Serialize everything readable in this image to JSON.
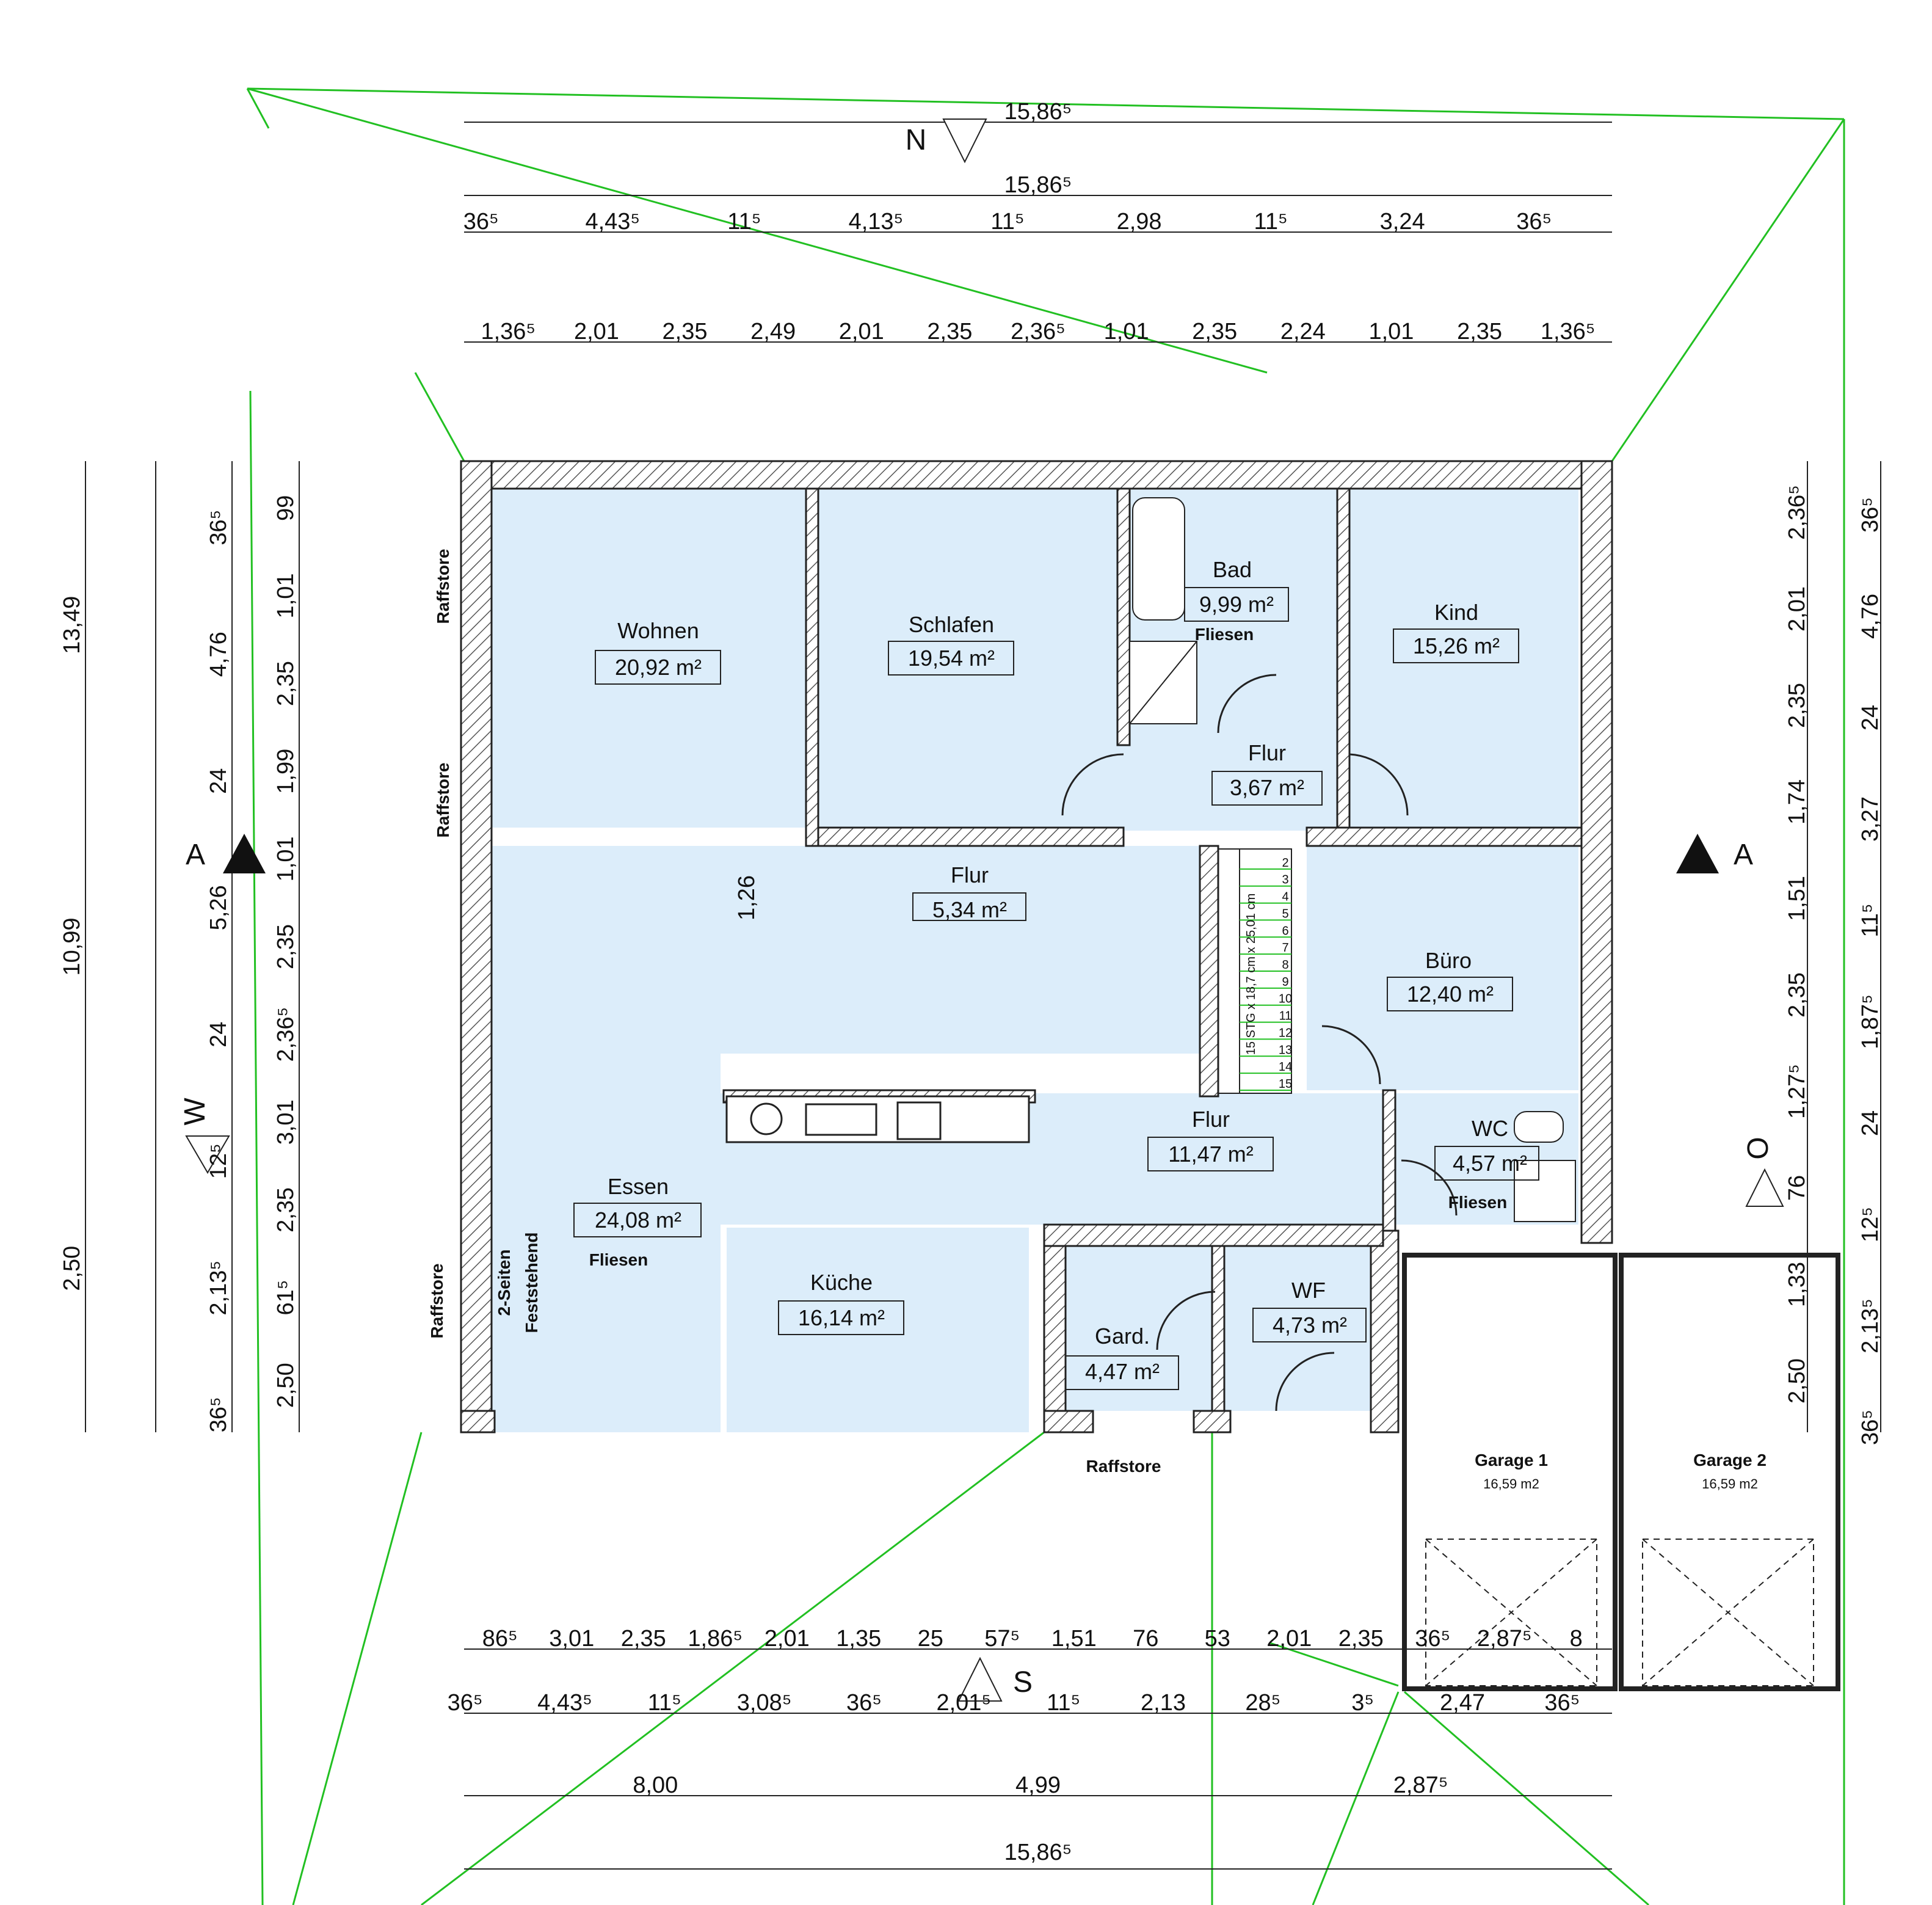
{
  "colors": {
    "room_fill": "#dcedfa",
    "wall_hatch": "#555555",
    "guide_lines": "#22c022",
    "dim_lines": "#222222"
  },
  "compass": {
    "north": "N",
    "south": "S",
    "west": "W",
    "east": "O",
    "section_left": "A",
    "section_right": "A"
  },
  "rooms": [
    {
      "name": "Wohnen",
      "area": "20,92 m²"
    },
    {
      "name": "Schlafen",
      "area": "19,54 m²"
    },
    {
      "name": "Bad",
      "area": "9,99 m²",
      "note": "Fliesen"
    },
    {
      "name": "Kind",
      "area": "15,26 m²"
    },
    {
      "name": "Flur",
      "area": "3,67 m²"
    },
    {
      "name": "Flur",
      "area": "5,34 m²"
    },
    {
      "name": "Büro",
      "area": "12,40 m²"
    },
    {
      "name": "Flur",
      "area": "11,47 m²"
    },
    {
      "name": "WC",
      "area": "4,57 m²",
      "note": "Fliesen"
    },
    {
      "name": "Essen",
      "area": "24,08 m²",
      "note": "Fliesen"
    },
    {
      "name": "Küche",
      "area": "16,14 m²"
    },
    {
      "name": "Gard.",
      "area": "4,47 m²"
    },
    {
      "name": "WF",
      "area": "4,73 m²"
    },
    {
      "name": "Garage  1",
      "area": "16,59 m2"
    },
    {
      "name": "Garage  2",
      "area": "16,59 m2"
    }
  ],
  "labels": {
    "raffstore": "Raffstore",
    "fireplace_line1": "2-Seiten",
    "fireplace_line2": "Feststehend",
    "stairs": "15 STG x 18,7 cm x 25,01 cm",
    "stair_steps": [
      "2",
      "3",
      "4",
      "5",
      "6",
      "7",
      "8",
      "9",
      "10",
      "11",
      "12",
      "13",
      "14",
      "15"
    ]
  },
  "dims": {
    "top_total_a": "15,86⁵",
    "top_total_b": "15,86⁵",
    "top_row1": [
      "36⁵",
      "4,43⁵",
      "11⁵",
      "4,13⁵",
      "11⁵",
      "2,98",
      "11⁵",
      "3,24",
      "36⁵"
    ],
    "top_row2": [
      "1,36⁵",
      "2,01",
      "2,35",
      "2,49",
      "2,01",
      "2,35",
      "2,36⁵",
      "1,01",
      "2,35",
      "2,24",
      "1,01",
      "2,35",
      "1,36⁵"
    ],
    "bottom_row1": [
      "86⁵",
      "3,01",
      "2,35",
      "1,86⁵",
      "2,01",
      "1,35",
      "25",
      "57⁵",
      "1,51",
      "76",
      "53",
      "2,01",
      "2,35",
      "36⁵",
      "2,87⁵",
      "8"
    ],
    "bottom_row2": [
      "36⁵",
      "4,43⁵",
      "11⁵",
      "3,08⁵",
      "36⁵",
      "2,01⁵",
      "11⁵",
      "2,13",
      "28⁵",
      "3⁵",
      "2,47",
      "36⁵"
    ],
    "bottom_row3": [
      "8,00",
      "4,99",
      "2,87⁵"
    ],
    "bottom_total": "15,86⁵",
    "left_outer": [
      "13,49",
      "10,99",
      "2,50"
    ],
    "left_col2": [
      "36⁵",
      "4,76",
      "24",
      "5,26",
      "24",
      "12⁵",
      "2,13⁵",
      "36⁵"
    ],
    "left_col3": [
      "99",
      "1,01",
      "2,35",
      "1,99",
      "1,01",
      "2,35",
      "2,36⁵",
      "3,01",
      "2,35",
      "61⁵",
      "2,50"
    ],
    "left_extra": "1,26",
    "right_col1": [
      "2,36⁵",
      "2,01",
      "2,35",
      "1,74",
      "1,51",
      "2,35",
      "1,27⁵",
      "76",
      "1,33",
      "2,50"
    ],
    "right_col2": [
      "36⁵",
      "4,76",
      "24",
      "3,27",
      "11⁵",
      "1,87⁵",
      "24",
      "12⁵",
      "2,13⁵",
      "36⁵"
    ]
  }
}
